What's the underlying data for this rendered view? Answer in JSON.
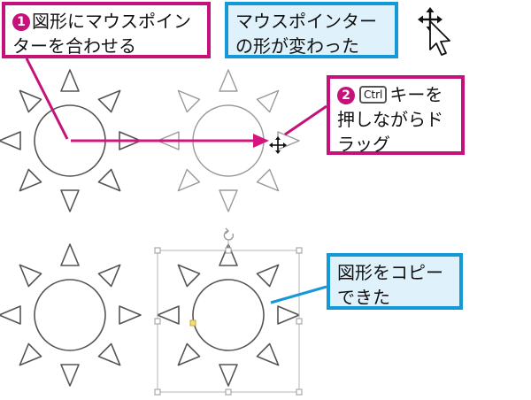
{
  "callouts": {
    "step1": {
      "badge": "1",
      "text": "図形にマウスポインターを合わせる"
    },
    "pointer_changed": {
      "text": "マウスポインターの形が変わった"
    },
    "step2": {
      "badge": "2",
      "key": "Ctrl",
      "text": "キーを押しながらドラッグ"
    },
    "copied": {
      "text": "図形をコピーできた"
    }
  },
  "colors": {
    "step_callout_border": "#c4127a",
    "info_callout_border": "#1598d8",
    "info_callout_fill": "#dff1fb",
    "arrow": "#d4147f",
    "shape_outline": "#555555",
    "drag_outline": "#9a9a9a",
    "selection_handle": "#9a9a9a",
    "adjust_handle": "#f3df7a"
  },
  "icons": {
    "pointer_illustration": "move-pointer-icon",
    "drag_pointer": "move-cursor-icon",
    "rotate_handle": "rotate-handle-icon"
  }
}
